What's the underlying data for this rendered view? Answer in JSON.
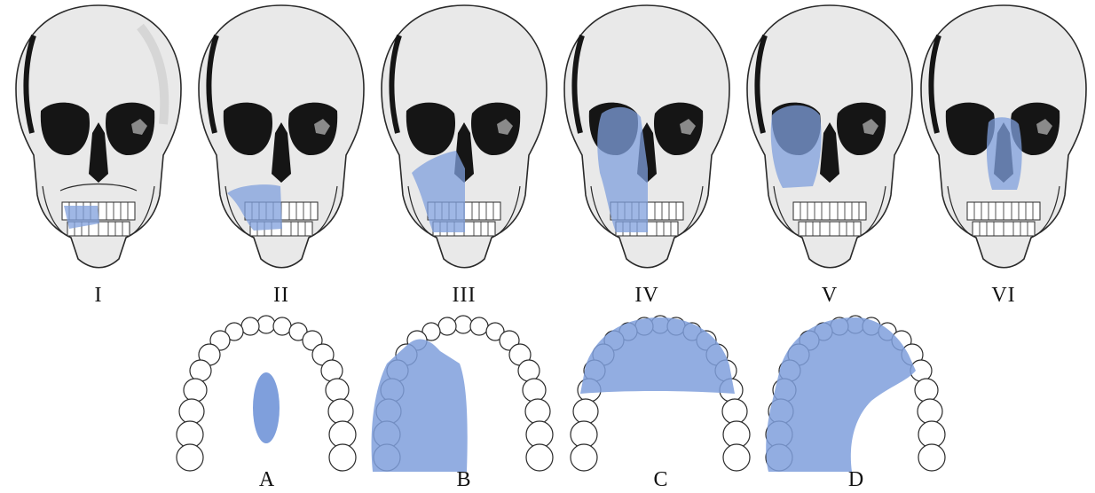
{
  "skull_labels": [
    "I",
    "II",
    "III",
    "IV",
    "V",
    "VI"
  ],
  "palate_labels": [
    "A",
    "B",
    "C",
    "D"
  ],
  "colors": {
    "highlight": "#7f9fdc",
    "bone": "#e9e9e9",
    "bone_shade": "#c9c9c9",
    "outline": "#2a2a2a",
    "cavity": "#151515"
  }
}
